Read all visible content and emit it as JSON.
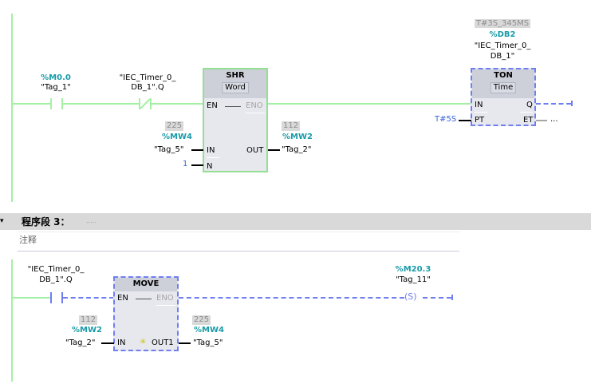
{
  "network2": {
    "contact1": {
      "address": "%M0.0",
      "tag": "\"Tag_1\"",
      "type": "normally-open"
    },
    "contact2": {
      "tag_line1": "\"IEC_Timer_0_",
      "tag_line2": "DB_1\".Q",
      "type": "normally-closed"
    },
    "shr": {
      "name": "SHR",
      "datatype": "Word",
      "pins": {
        "en": "EN",
        "eno": "ENO",
        "in": "IN",
        "n": "N",
        "out": "OUT"
      },
      "in_value": "225",
      "in_address": "%MW4",
      "in_tag": "\"Tag_5\"",
      "n_value": "1",
      "out_value": "112",
      "out_address": "%MW2",
      "out_tag": "\"Tag_2\""
    },
    "ton": {
      "instance_value": "T#3S_345MS",
      "instance_address": "%DB2",
      "instance_line1": "\"IEC_Timer_0_",
      "instance_line2": "DB_1\"",
      "name": "TON",
      "datatype": "Time",
      "pins": {
        "in": "IN",
        "q": "Q",
        "pt": "PT",
        "et": "ET"
      },
      "pt_value": "T#5S",
      "et_value": "..."
    }
  },
  "network3": {
    "header": {
      "collapse_icon": "triangle-down",
      "label": "程序段 3：",
      "title_placeholder": "....."
    },
    "comment_placeholder": "注释",
    "contact": {
      "tag_line1": "\"IEC_Timer_0_",
      "tag_line2": "DB_1\".Q",
      "type": "normally-open"
    },
    "move": {
      "name": "MOVE",
      "pins": {
        "en": "EN",
        "eno": "ENO",
        "in": "IN",
        "out1": "OUT1"
      },
      "add_output_icon": "star-icon",
      "in_value": "112",
      "in_address": "%MW2",
      "in_tag": "\"Tag_2\"",
      "out_value": "225",
      "out_address": "%MW4",
      "out_tag": "\"Tag_5\""
    },
    "coil": {
      "address": "%M20.3",
      "tag": "\"Tag_11\"",
      "symbol": "S"
    }
  },
  "colors": {
    "power_flow": "#a4f0a4",
    "no_flow": "#6f7ff0",
    "address": "#1a9ba8",
    "constant": "#3a62d8"
  }
}
